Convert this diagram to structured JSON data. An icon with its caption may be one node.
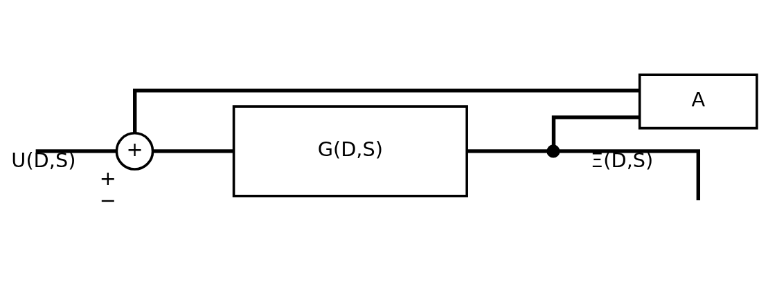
{
  "diagram": {
    "nodes": [
      {
        "text": [
          "+"
        ],
        "beside": [
          "+",
          "−"
        ]
      },
      {
        "text": [
          "G(D,S)"
        ]
      },
      {
        "text": [],
        "shape": "circle"
      },
      {
        "text": [
          "A"
        ]
      }
    ],
    "edges": [
      {
        "from": null,
        "to": 0,
        "arrow": "none",
        "label": "U(D,S)"
      },
      {
        "from": 0,
        "to": 1,
        "arrow": "none"
      },
      {
        "from": 1,
        "to": 2,
        "arrow": "none"
      },
      {
        "from": 2,
        "to": null,
        "arrow": "none",
        "label": "Ξ(D,S)"
      },
      {
        "from": 2,
        "to": 3,
        "arrow": "none"
      },
      {
        "from": 3,
        "to": 0,
        "arrow": "none"
      }
    ]
  }
}
